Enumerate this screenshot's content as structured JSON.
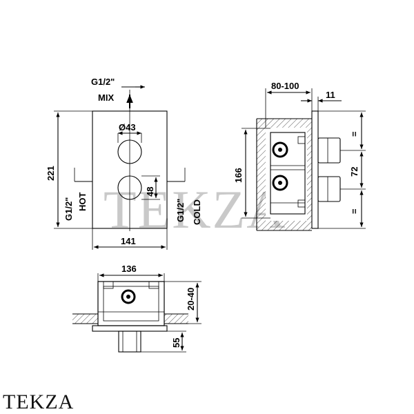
{
  "watermark": "TEKZA",
  "brand": "TEKZA",
  "front_view": {
    "mix_label_thread": "G1/2\"",
    "mix_label": "MIX",
    "diameter_label": "Ø43",
    "height": "221",
    "width": "141",
    "knob_offset": "48",
    "hot_thread": "G1/2\"",
    "hot_label": "HOT",
    "cold_thread": "G1/2\"",
    "cold_label": "COLD"
  },
  "side_view": {
    "depth_range": "80-100",
    "plate_thickness": "11",
    "body_height": "166",
    "knob_spacing": "72",
    "equal_top": "=",
    "equal_bottom": "="
  },
  "bottom_view": {
    "width": "136",
    "wall_range": "20-40",
    "protrusion": "55"
  }
}
